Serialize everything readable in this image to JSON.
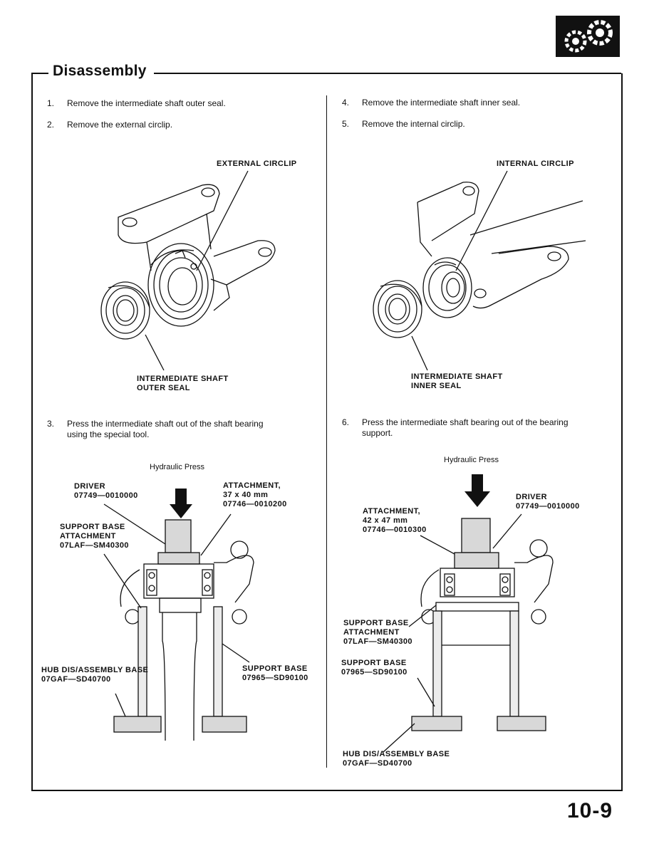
{
  "header": {
    "title": "Disassembly",
    "logo_icon": "gears-icon"
  },
  "steps": [
    {
      "num": "1.",
      "text": "Remove the intermediate shaft outer seal."
    },
    {
      "num": "2.",
      "text": "Remove the external circlip."
    },
    {
      "num": "3.",
      "text": "Press the intermediate shaft out of the shaft bearing",
      "text2": "using the special tool."
    },
    {
      "num": "4.",
      "text": "Remove the intermediate shaft inner seal."
    },
    {
      "num": "5.",
      "text": "Remove the internal circlip."
    },
    {
      "num": "6.",
      "text": "Press the intermediate shaft bearing out of the bearing",
      "text2": "support."
    }
  ],
  "labels": {
    "external_circlip": "EXTERNAL CIRCLIP",
    "outer_seal": "INTERMEDIATE SHAFT\nOUTER SEAL",
    "internal_circlip": "INTERNAL CIRCLIP",
    "inner_seal": "INTERMEDIATE SHAFT\nINNER SEAL",
    "press_left": "Hydraulic Press",
    "driver_left": "DRIVER\n07749—0010000",
    "attachment_left": "ATTACHMENT,\n37 x 40 mm\n07746—0010200",
    "support_base_attach_left": "SUPPORT BASE\nATTACHMENT\n07LAF—SM40300",
    "hub_base_left": "HUB DIS/ASSEMBLY BASE\n07GAF—SD40700",
    "support_base_left": "SUPPORT BASE\n07965—SD90100",
    "press_right": "Hydraulic Press",
    "attachment_right": "ATTACHMENT,\n42 x 47 mm\n07746—0010300",
    "driver_right": "DRIVER\n07749—0010000",
    "support_base_attach_right": "SUPPORT BASE\nATTACHMENT\n07LAF—SM40300",
    "support_base_right": "SUPPORT BASE\n07965—SD90100",
    "hub_base_right": "HUB DIS/ASSEMBLY BASE\n07GAF—SD40700"
  },
  "footer": {
    "page_number": "10-9"
  }
}
